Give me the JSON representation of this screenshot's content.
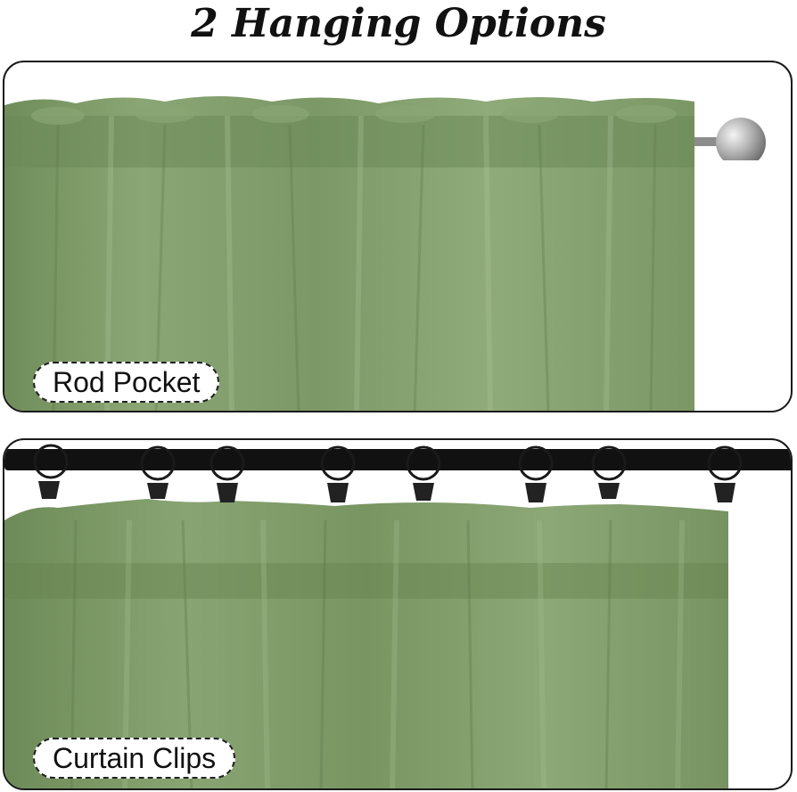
{
  "title": "2 Hanging Options",
  "colors": {
    "curtain_green": "#7c9a66",
    "curtain_light": "#93ad7e",
    "curtain_dark": "#65804f",
    "rod_black": "#111111",
    "finial_silver": "#b9b9b9"
  },
  "options": [
    {
      "label": "Rod Pocket"
    },
    {
      "label": "Curtain Clips"
    }
  ]
}
